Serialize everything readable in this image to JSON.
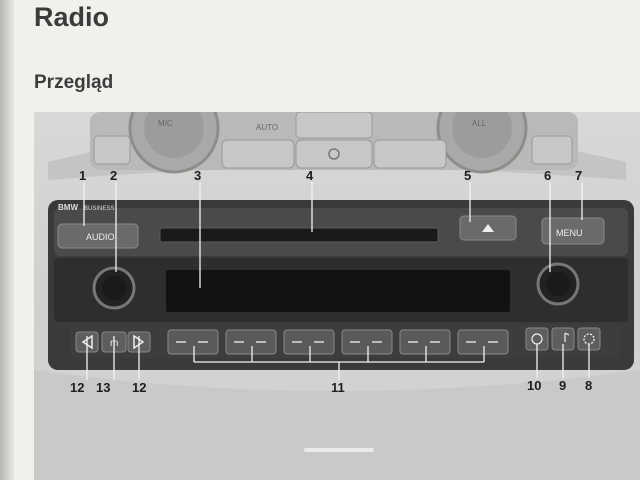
{
  "page": {
    "title": "Radio",
    "section": "Przegląd"
  },
  "device": {
    "brand_text": "BMW",
    "brand_sub": "BUSINESS",
    "audio_label": "AUDIO",
    "menu_label": "MENU",
    "m_label": "m",
    "hvac_label_left": "M/C",
    "hvac_label_auto": "AUTO",
    "hvac_label_right": "ALL"
  },
  "callouts": {
    "c1": "1",
    "c2": "2",
    "c3": "3",
    "c4": "4",
    "c5": "5",
    "c6": "6",
    "c7": "7",
    "c8": "8",
    "c9": "9",
    "c10": "10",
    "c11": "11",
    "c12a": "12",
    "c13": "13",
    "c12b": "12"
  },
  "colors": {
    "panel_dark": "#2a2a2a",
    "display": "#121212",
    "text": "#1e1e1e"
  }
}
